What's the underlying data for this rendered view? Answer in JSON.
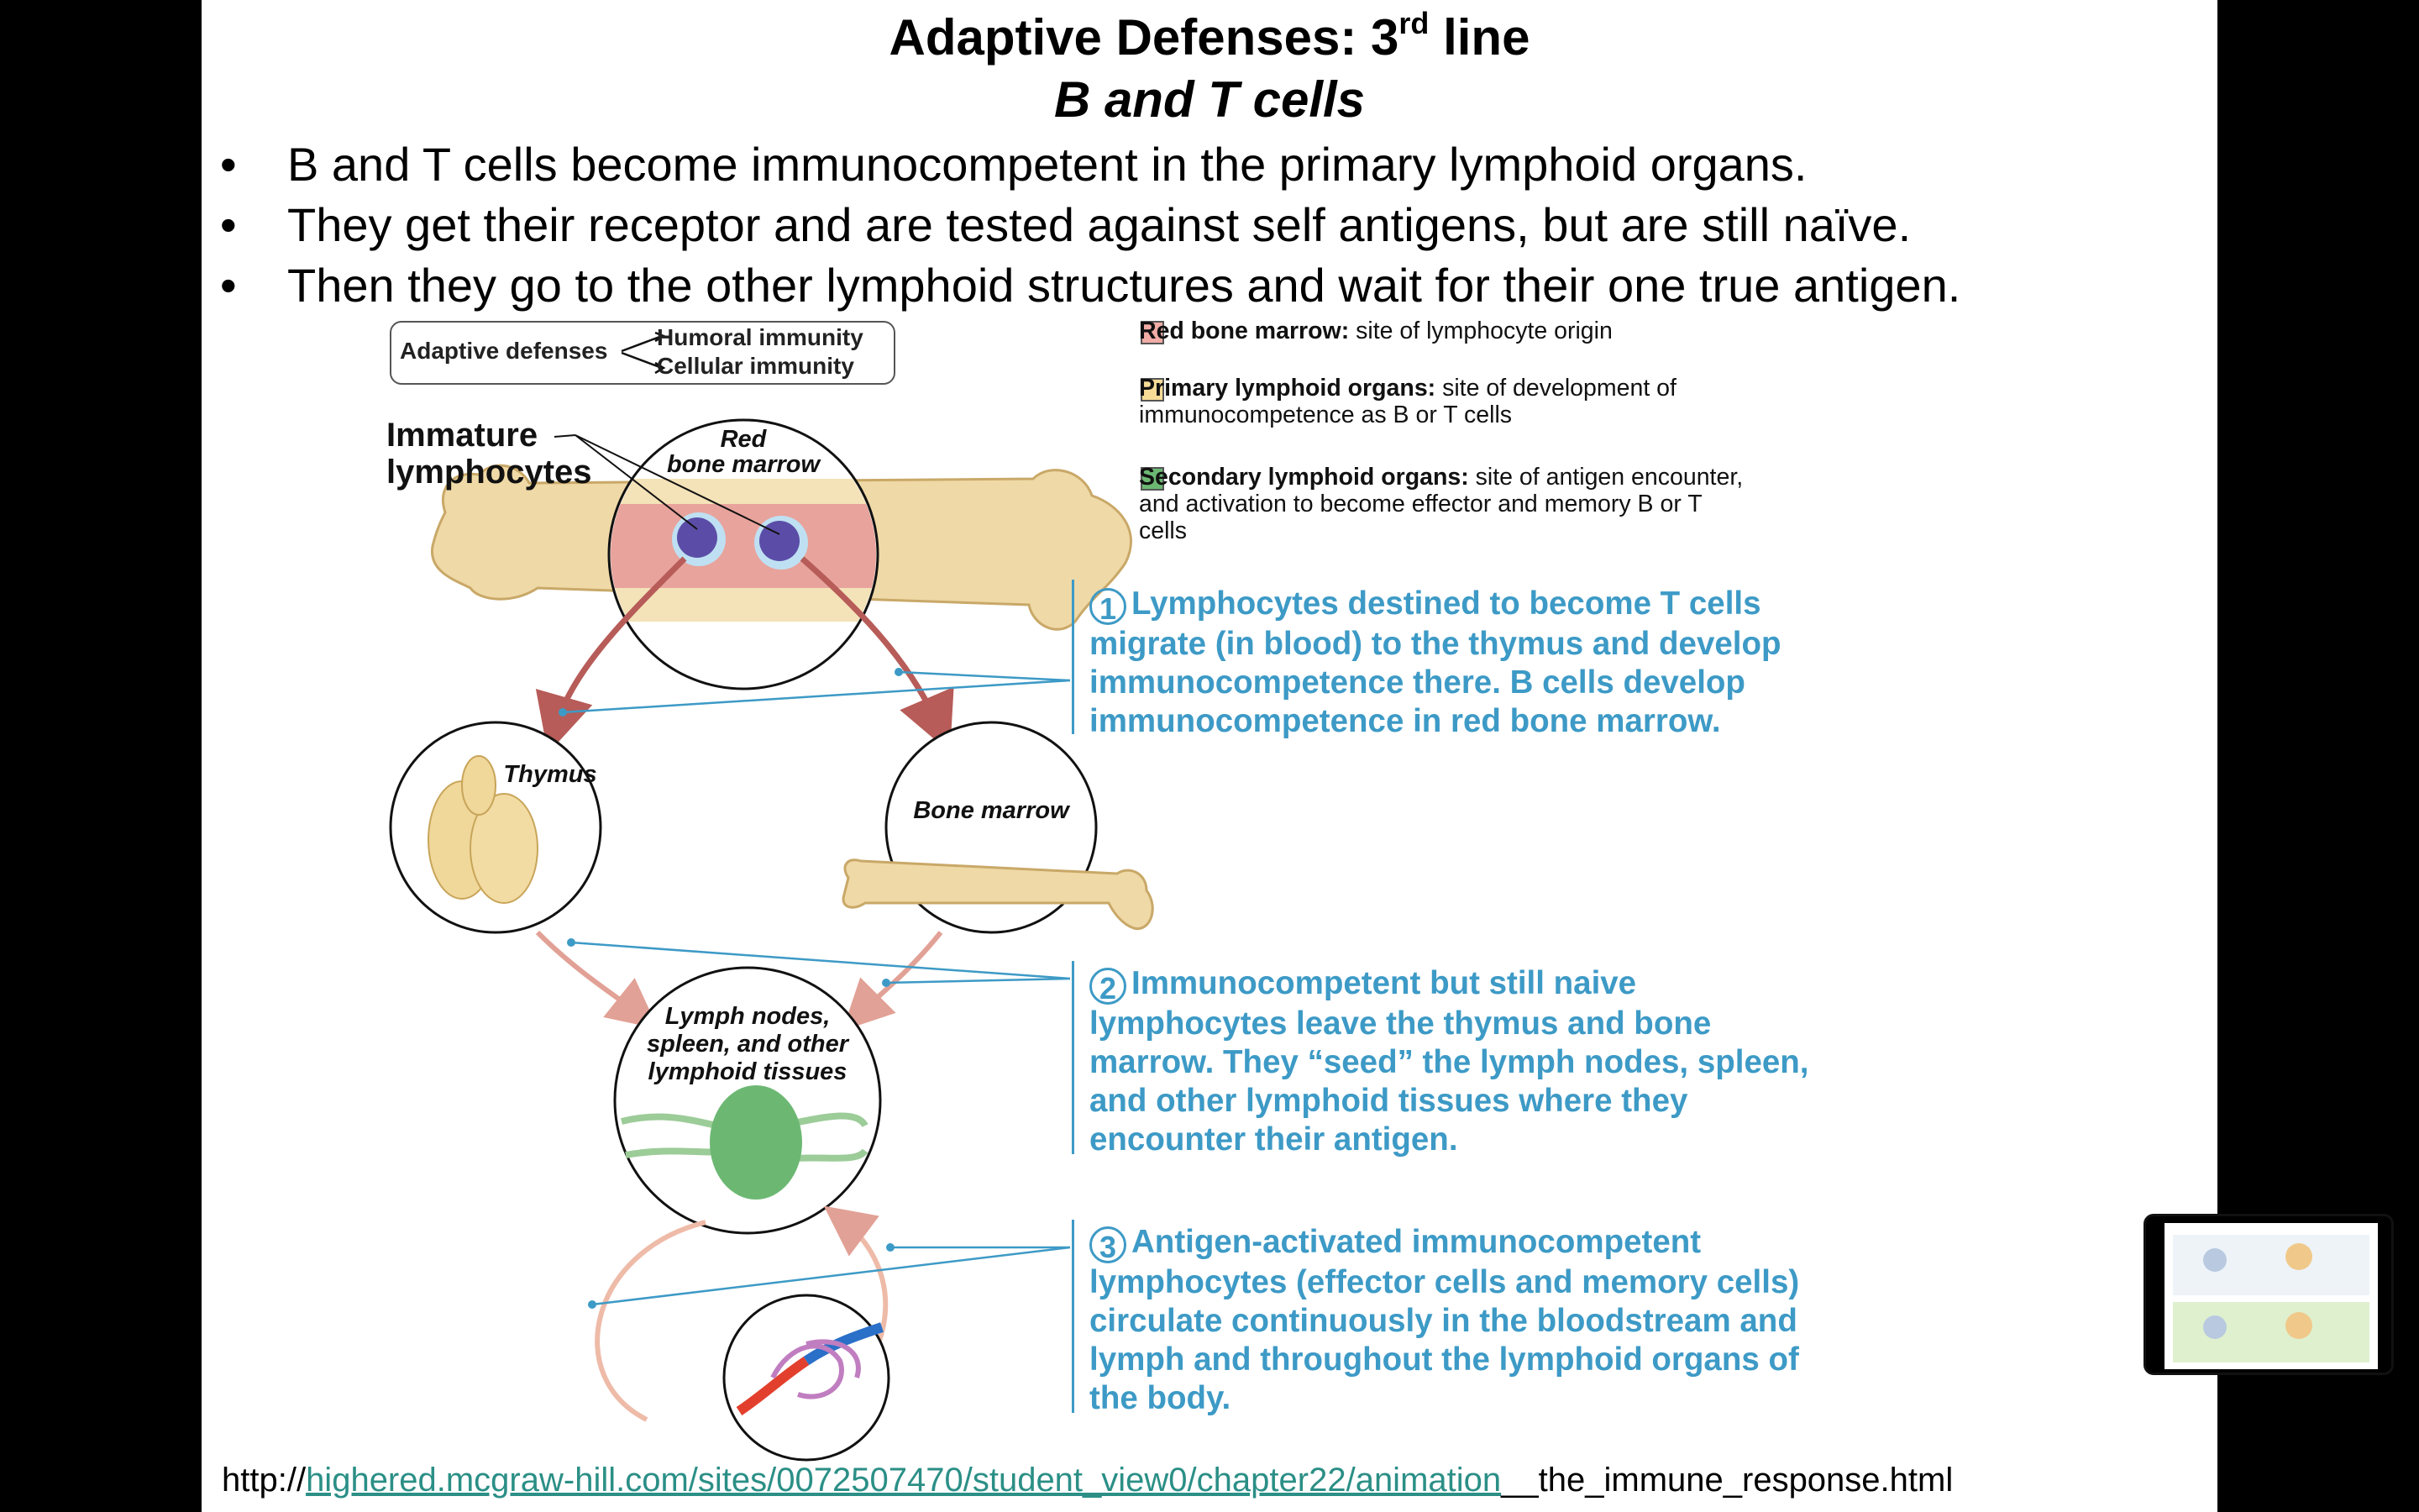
{
  "slide": {
    "title_main": "Adaptive Defenses: 3",
    "title_sup": "rd",
    "title_end": " line",
    "subtitle": "B and T cells",
    "bullet_glyph": "•",
    "bullets": [
      "B and T cells become immunocompetent in the primary lymphoid organs.",
      "They get their receptor and are tested against self antigens, but are still naïve.",
      "Then they go to the other lymphoid structures and wait for their one true antigen."
    ]
  },
  "figure": {
    "pill_label": "Adaptive defenses",
    "pill_branch_1": "Humoral immunity",
    "pill_branch_2": "Cellular immunity",
    "immature_line1": "Immature",
    "immature_line2": "lymphocytes",
    "red_marrow_line1": "Red",
    "red_marrow_line2": "bone marrow",
    "thymus": "Thymus",
    "bone_marrow": "Bone marrow",
    "lymph_line1": "Lymph nodes,",
    "lymph_line2": "spleen, and other",
    "lymph_line3": "lymphoid tissues",
    "legend": [
      {
        "bold": "Red bone marrow:",
        "text": " site of lymphocyte origin",
        "color": "#f0aca5"
      },
      {
        "bold": "Primary lymphoid organs:",
        "text": " site of development of immunocompetence as B or T cells",
        "color": "#f7dc98"
      },
      {
        "bold": "Secondary lymphoid organs:",
        "text": " site of antigen encounter, and activation to become effector and memory B or T cells",
        "color": "#6cb873"
      }
    ],
    "steps": [
      {
        "num": "1",
        "text": "Lymphocytes destined to become T cells migrate (in blood) to the thymus and develop immunocompetence there. B cells develop immunocompetence in red bone marrow."
      },
      {
        "num": "2",
        "text": "Immunocompetent but still naive lymphocytes leave the thymus and bone marrow. They “seed” the lymph nodes, spleen, and other lymphoid tissues where they encounter their antigen."
      },
      {
        "num": "3",
        "text": "Antigen-activated immunocompetent lymphocytes (effector cells and memory cells) circulate continuously in the bloodstream and lymph and throughout the lymphoid organs of the body."
      }
    ]
  },
  "footer": {
    "prefix": "http://",
    "link": "highered.mcgraw-hill.com/sites/0072507470/student_view0/chapter22/animation",
    "suffix": "__the_immune_response.html"
  },
  "colors": {
    "accent_blue": "#3d9ac6",
    "link_teal": "#2b8f86",
    "background": "#000000"
  }
}
